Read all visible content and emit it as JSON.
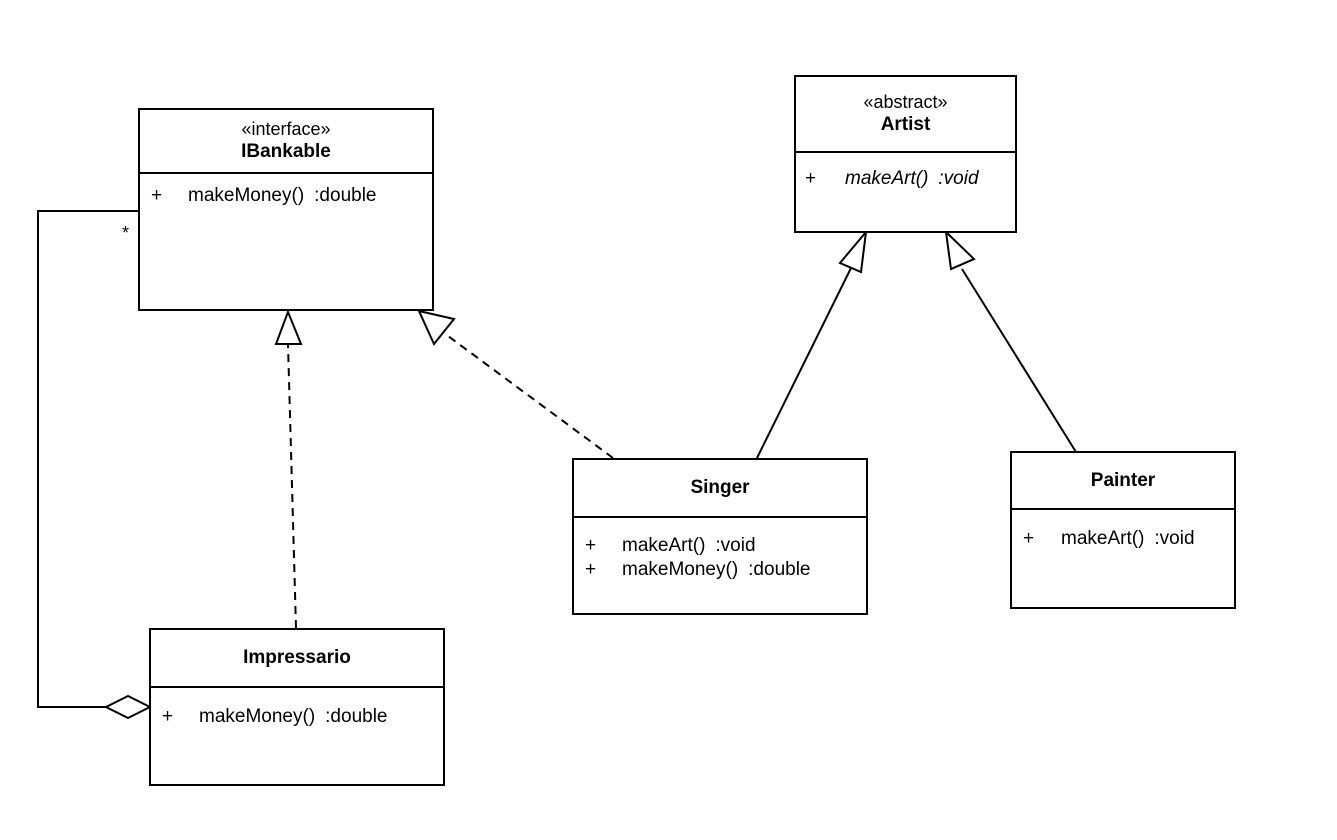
{
  "classes": {
    "ibankable": {
      "stereotype": "«interface»",
      "name": "IBankable",
      "members": [
        {
          "visibility": "+",
          "name": "makeMoney()",
          "type": ":double"
        }
      ]
    },
    "artist": {
      "stereotype": "«abstract»",
      "name": "Artist",
      "members": [
        {
          "visibility": "+",
          "name": "makeArt()",
          "type": ":void"
        }
      ]
    },
    "singer": {
      "name": "Singer",
      "members": [
        {
          "visibility": "+",
          "name": "makeArt()",
          "type": ":void"
        },
        {
          "visibility": "+",
          "name": "makeMoney()",
          "type": ":double"
        }
      ]
    },
    "painter": {
      "name": "Painter",
      "members": [
        {
          "visibility": "+",
          "name": "makeArt()",
          "type": ":void"
        }
      ]
    },
    "impressario": {
      "name": "Impressario",
      "members": [
        {
          "visibility": "+",
          "name": "makeMoney()",
          "type": ":double"
        }
      ]
    }
  },
  "relationships": {
    "aggregation_multiplicity": "*"
  }
}
